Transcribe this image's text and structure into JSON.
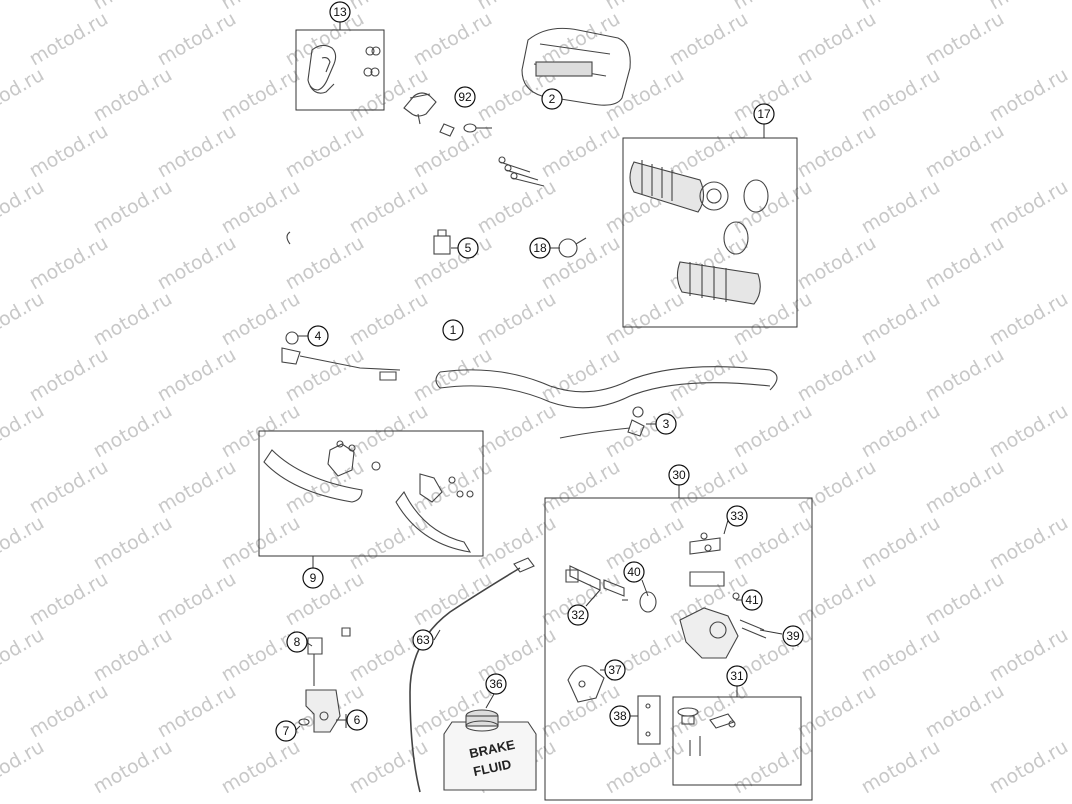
{
  "watermark": "motod.ru",
  "callouts": [
    {
      "num": "13",
      "leader": true
    },
    {
      "num": "92",
      "leader": false
    },
    {
      "num": "2",
      "leader": false
    },
    {
      "num": "17",
      "leader": true
    },
    {
      "num": "5",
      "leader": false
    },
    {
      "num": "18",
      "leader": false
    },
    {
      "num": "4",
      "leader": false
    },
    {
      "num": "1",
      "leader": false
    },
    {
      "num": "3",
      "leader": false
    },
    {
      "num": "9",
      "leader": true
    },
    {
      "num": "30",
      "leader": true
    },
    {
      "num": "33",
      "leader": false
    },
    {
      "num": "40",
      "leader": false
    },
    {
      "num": "41",
      "leader": false
    },
    {
      "num": "32",
      "leader": false
    },
    {
      "num": "39",
      "leader": false
    },
    {
      "num": "8",
      "leader": false
    },
    {
      "num": "63",
      "leader": false
    },
    {
      "num": "37",
      "leader": false
    },
    {
      "num": "36",
      "leader": false
    },
    {
      "num": "31",
      "leader": true
    },
    {
      "num": "6",
      "leader": false
    },
    {
      "num": "7",
      "leader": false
    },
    {
      "num": "38",
      "leader": false
    }
  ],
  "brake_fluid_label": [
    "BRAKE",
    "FLUID"
  ]
}
